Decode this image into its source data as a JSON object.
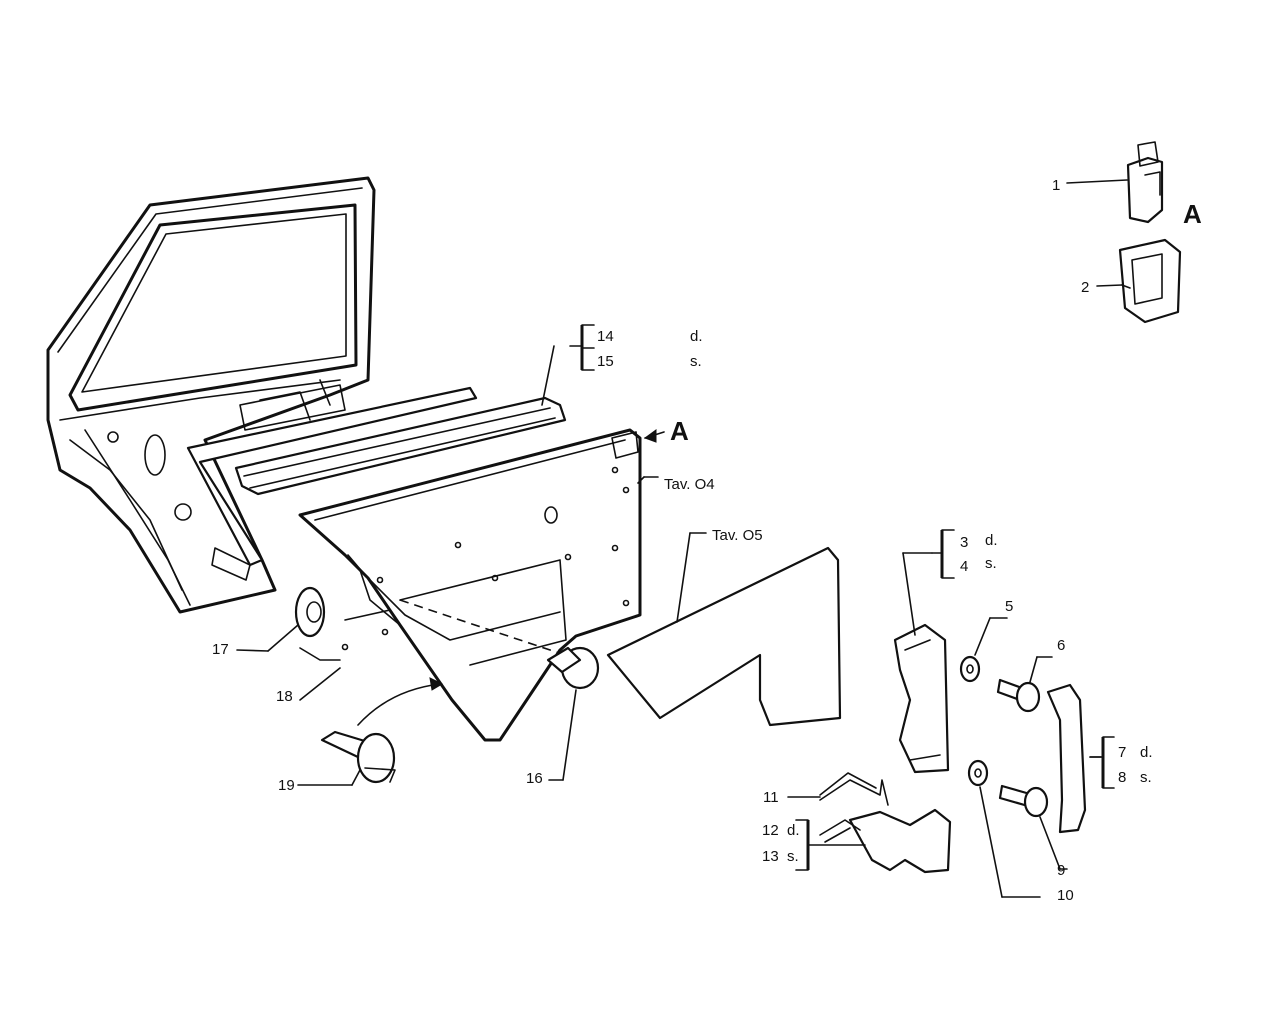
{
  "labels": {
    "p1": "1",
    "p2": "2",
    "p3": "3",
    "p4": "4",
    "p5": "5",
    "p6": "6",
    "p7": "7",
    "p8": "8",
    "p9": "9",
    "p10": "10",
    "p11": "11",
    "p12": "12",
    "p13": "13",
    "p14": "14",
    "p15": "15",
    "p16": "16",
    "p17": "17",
    "p18": "18",
    "p19": "19"
  },
  "side": {
    "right": "d.",
    "left": "s."
  },
  "detail": {
    "marker": "A"
  },
  "refs": {
    "tav04": "Tav. O4",
    "tav05": "Tav. O5"
  }
}
